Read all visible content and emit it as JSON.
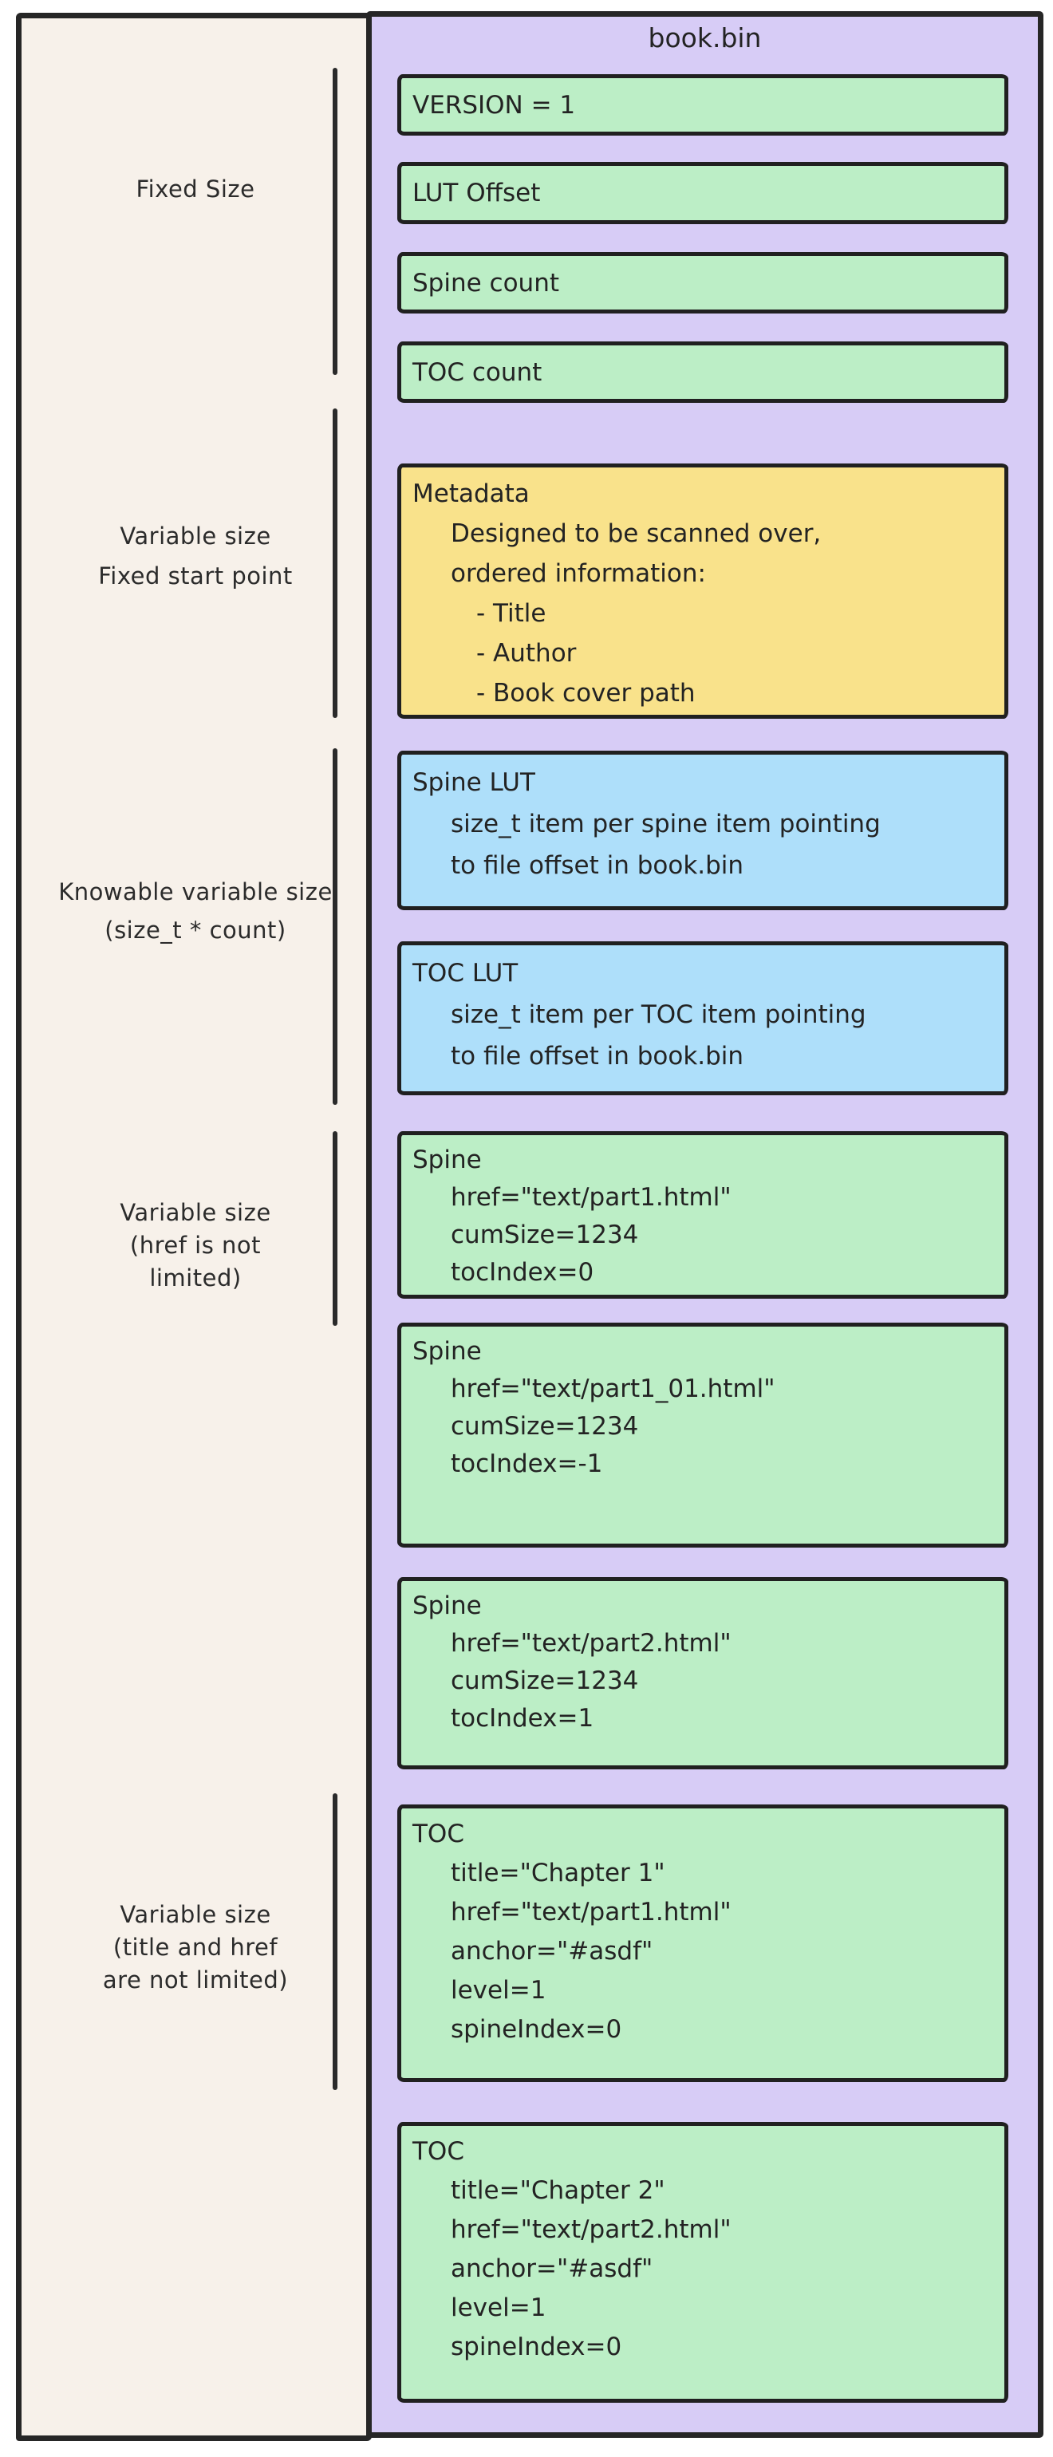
{
  "diagram": {
    "title": "book.bin",
    "boxes": [
      {
        "name": "version",
        "lines": [
          "VERSION = 1"
        ]
      },
      {
        "name": "lut-offset",
        "lines": [
          "LUT Offset"
        ]
      },
      {
        "name": "spine-count",
        "lines": [
          "Spine count"
        ]
      },
      {
        "name": "toc-count",
        "lines": [
          "TOC count"
        ]
      },
      {
        "name": "metadata",
        "lines": [
          "Metadata",
          "Designed to be scanned over,",
          "ordered information:",
          "- Title",
          "- Author",
          "- Book cover path"
        ]
      },
      {
        "name": "spine-lut",
        "lines": [
          "Spine LUT",
          "size_t item per spine item pointing",
          "to file offset in book.bin"
        ]
      },
      {
        "name": "toc-lut",
        "lines": [
          "TOC LUT",
          "size_t item per TOC item pointing",
          "to file offset in book.bin"
        ]
      },
      {
        "name": "spine-1",
        "lines": [
          "Spine",
          "href=\"text/part1.html\"",
          "cumSize=1234",
          "tocIndex=0"
        ]
      },
      {
        "name": "spine-2",
        "lines": [
          "Spine",
          "href=\"text/part1_01.html\"",
          "cumSize=1234",
          "tocIndex=-1"
        ]
      },
      {
        "name": "spine-3",
        "lines": [
          "Spine",
          "href=\"text/part2.html\"",
          "cumSize=1234",
          "tocIndex=1"
        ]
      },
      {
        "name": "toc-1",
        "lines": [
          "TOC",
          "title=\"Chapter 1\"",
          "href=\"text/part1.html\"",
          "anchor=\"#asdf\"",
          "level=1",
          "spineIndex=0"
        ]
      },
      {
        "name": "toc-2",
        "lines": [
          "TOC",
          "title=\"Chapter 2\"",
          "href=\"text/part2.html\"",
          "anchor=\"#asdf\"",
          "level=1",
          "spineIndex=0"
        ]
      }
    ]
  },
  "left_panel": {
    "labels": [
      {
        "lines": [
          "Fixed Size"
        ]
      },
      {
        "lines": [
          "Variable size",
          "Fixed start point"
        ]
      },
      {
        "lines": [
          "Knowable variable size",
          "(size_t * count)"
        ]
      },
      {
        "lines": [
          "Variable size",
          "(href is not",
          "limited)"
        ]
      },
      {
        "lines": [
          "Variable size",
          "(title and href",
          "are not limited)"
        ]
      }
    ]
  },
  "colors": {
    "container_fill": "#d7ccf6",
    "green_fill": "#bceec6",
    "yellow_fill": "#f9e28b",
    "blue_fill": "#aedffa",
    "panel_fill": "#f7f1ea",
    "stroke": "#232323"
  }
}
